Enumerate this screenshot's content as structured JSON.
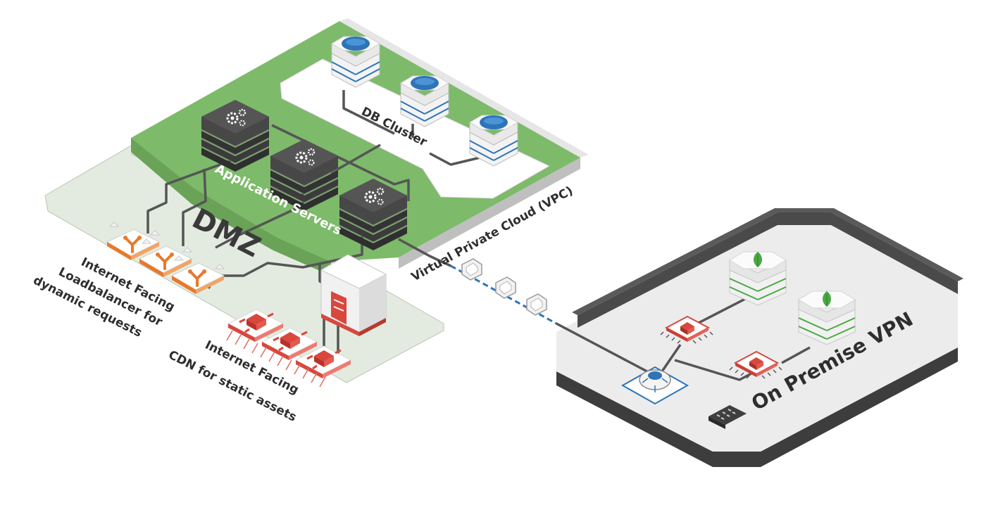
{
  "labels": {
    "db_cluster": "DB Cluster",
    "app_servers": "Application Servers",
    "vpc": "Virtual Private Cloud (VPC)",
    "dmz": "DMZ",
    "lb_line1": "Internet Facing",
    "lb_line2": "Loadbalancer for",
    "lb_line3": "dynamic requests",
    "cdn_line1": "Internet Facing",
    "cdn_line2": "CDN for static assets",
    "on_premise": "On Premise VPN"
  },
  "icons": {
    "db": "database-icon",
    "app": "gear-server-icon",
    "lb": "load-balancer-icon",
    "cdn": "cdn-icon",
    "gateway": "vpn-gateway-icon",
    "router": "router-chip-icon",
    "mongo": "mongodb-leaf-icon",
    "building": "building-icon",
    "storage": "storage-bucket-icon"
  },
  "colors": {
    "vpc_green": "#7dba6a",
    "dmz_fill": "#e3ebe0",
    "onprem_fill": "#ececec",
    "onprem_wall": "#4a4a4a",
    "server_dark": "#3f3f3f",
    "db_blue": "#2e74b8",
    "accent_red": "#d9473d",
    "accent_orange": "#e8792b",
    "mongo_green": "#4aa843"
  }
}
